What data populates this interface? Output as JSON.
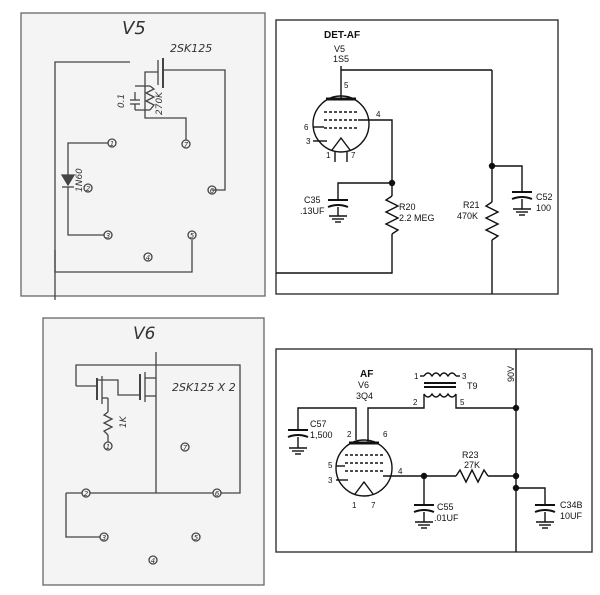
{
  "v5_board": {
    "title": "V5",
    "part": "2SK125",
    "cap": "0.1",
    "res": "270K",
    "diode": "1N60",
    "pins": [
      "1",
      "2",
      "3",
      "4",
      "5",
      "6",
      "7"
    ]
  },
  "v5_schematic": {
    "label": "DET-AF",
    "tube": "V5",
    "tube_type": "1S5",
    "pins": {
      "p5": "5",
      "p6": "6",
      "p4": "4",
      "p3": "3",
      "p1": "1",
      "p7": "7"
    },
    "c35": "C35",
    "c35_val": ".13UF",
    "r20": "R20",
    "r20_val": "2.2 MEG",
    "r21": "R21",
    "r21_val": "470K",
    "c52": "C52",
    "c52_val": "100"
  },
  "v6_board": {
    "title": "V6",
    "part": "2SK125 X 2",
    "res": "1K",
    "pins": [
      "1",
      "2",
      "3",
      "4",
      "5",
      "6",
      "7"
    ]
  },
  "v6_schematic": {
    "af": "AF",
    "tube": "V6",
    "tube_type": "3Q4",
    "c57": "C57",
    "c57_val": "1,500",
    "t9": "T9",
    "t_pins": {
      "t1": "1",
      "t2": "2",
      "t3": "3",
      "t5": "5"
    },
    "pins": {
      "p2": "2",
      "p6": "6",
      "p5": "5",
      "p3": "3",
      "p4": "4",
      "p1": "1",
      "p7": "7"
    },
    "r23": "R23",
    "r23_val": "27K",
    "c55": "C55",
    "c55_val": ".01UF",
    "c34b": "C34B",
    "c34b_val": "10UF",
    "voltage": "90V"
  }
}
